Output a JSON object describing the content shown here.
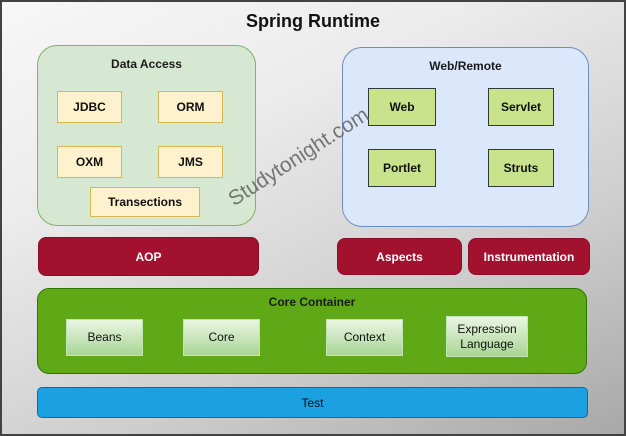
{
  "title": "Spring Runtime",
  "watermark": "Studytonight.com",
  "data_access": {
    "label": "Data Access",
    "items": [
      "JDBC",
      "ORM",
      "OXM",
      "JMS",
      "Transections"
    ]
  },
  "web_remote": {
    "label": "Web/Remote",
    "items": [
      "Web",
      "Servlet",
      "Portlet",
      "Struts"
    ]
  },
  "middleware": {
    "items": [
      "AOP",
      "Aspects",
      "Instrumentation"
    ]
  },
  "core_container": {
    "label": "Core Container",
    "items": [
      "Beans",
      "Core",
      "Context",
      "Expression Language"
    ]
  },
  "test": {
    "label": "Test"
  },
  "colors": {
    "background_top": "#f7f7f7",
    "background_bottom": "#a8a8a8",
    "data_access_fill": "#d6e8d2",
    "data_access_border": "#82b366",
    "yellow_module_fill": "#fdf2cd",
    "yellow_module_border": "#d6b656",
    "web_remote_fill": "#dbe8fb",
    "web_remote_border": "#6c8ebf",
    "green_module_fill": "#c9e38d",
    "green_module_border": "#35393d",
    "red_fill": "#a2122f",
    "core_container_fill": "#5fa916",
    "core_container_border": "#2d7600",
    "test_fill": "#1ba1e2",
    "test_border": "#006eaf",
    "watermark_color": "#6b6b6b"
  }
}
